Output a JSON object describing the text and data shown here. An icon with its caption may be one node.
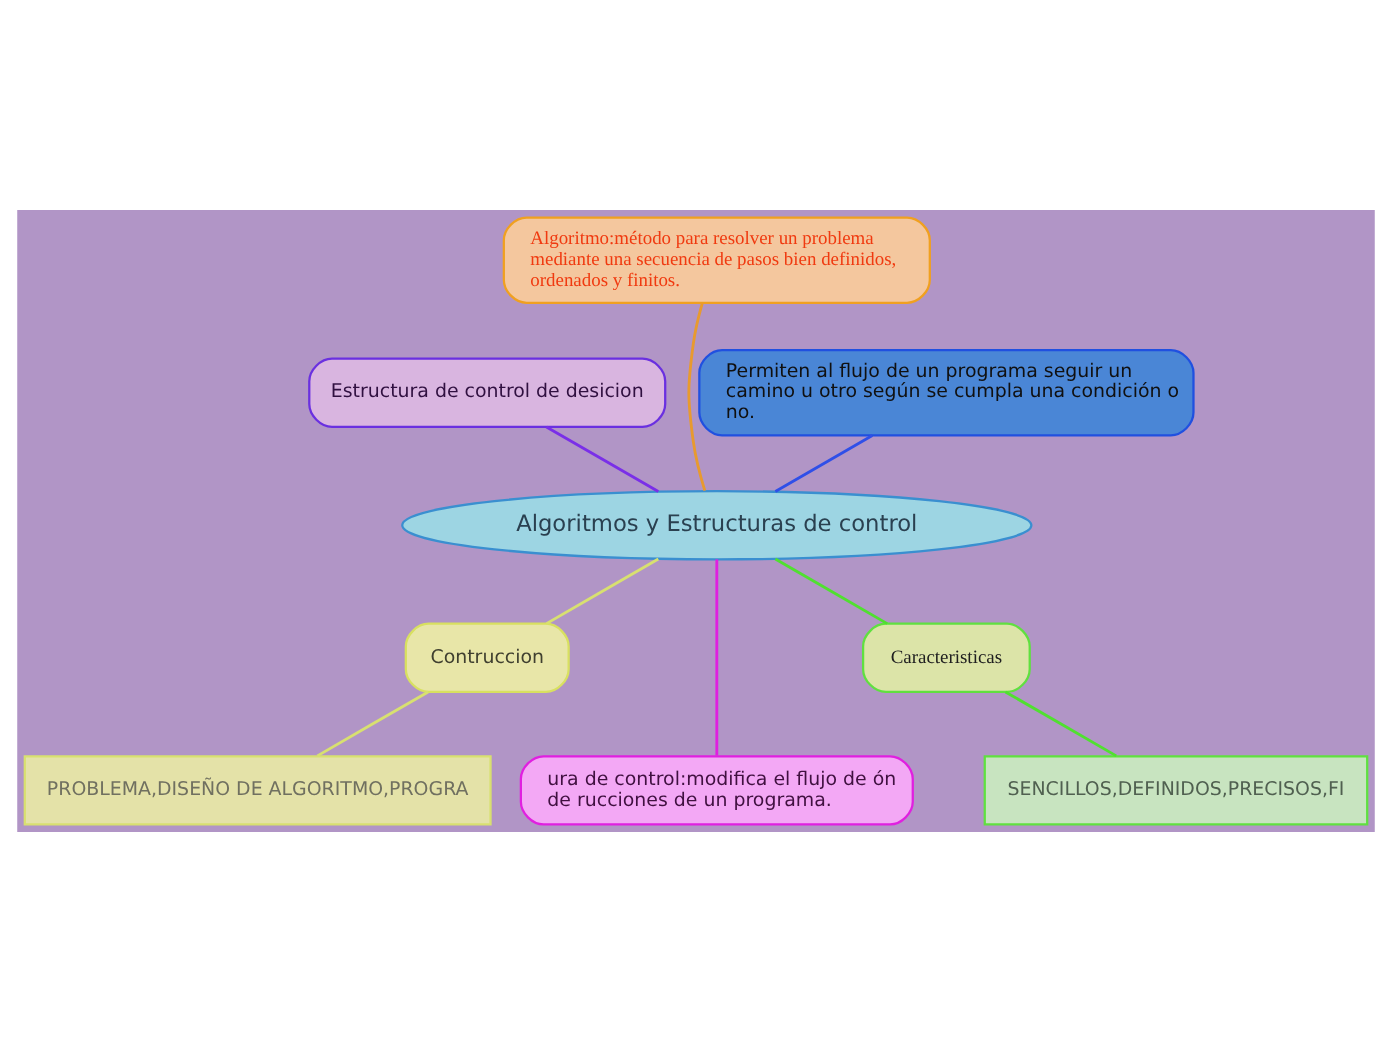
{
  "diagram": {
    "nodes": [
      {
        "text": [
          "Algoritmos y Estructuras de control"
        ]
      },
      {
        "text": [
          "Permiten al flujo de un programa seguir un camino u otro según se cumpla una condición o no."
        ]
      },
      {
        "text": [
          "Algoritmo:método para resolver un problema mediante una secuencia de pasos bien definidos, ordenados y finitos."
        ]
      },
      {
        "text": [
          "Estructura de control de desicion"
        ]
      },
      {
        "text": [
          "Contruccion"
        ]
      },
      {
        "text": [
          "PROBLEMA,DISEÑO DE ALGORITMO,PROGRA"
        ]
      },
      {
        "text": [
          "ura de control:modifica el flujo de ón de rucciones de un programa."
        ]
      },
      {
        "text": [
          "Caracteristicas"
        ]
      },
      {
        "text": [
          "SENCILLOS,DEFINIDOS,PRECISOS,FI"
        ]
      }
    ],
    "edges": [
      {
        "from": 0,
        "to": 1,
        "arrow": "none",
        "color": "#2f4fe8"
      },
      {
        "from": 0,
        "to": 2,
        "arrow": "none",
        "color": "#e89a2f"
      },
      {
        "from": 0,
        "to": 3,
        "arrow": "none",
        "color": "#7a2fe8"
      },
      {
        "from": 0,
        "to": 4,
        "arrow": "none",
        "color": "#d8e070"
      },
      {
        "from": 4,
        "to": 5,
        "arrow": "none",
        "color": "#d8e070"
      },
      {
        "from": 0,
        "to": 6,
        "arrow": "none",
        "color": "#e020e0"
      },
      {
        "from": 0,
        "to": 7,
        "arrow": "none",
        "color": "#50e030"
      },
      {
        "from": 7,
        "to": 8,
        "arrow": "none",
        "color": "#50e030"
      }
    ]
  }
}
